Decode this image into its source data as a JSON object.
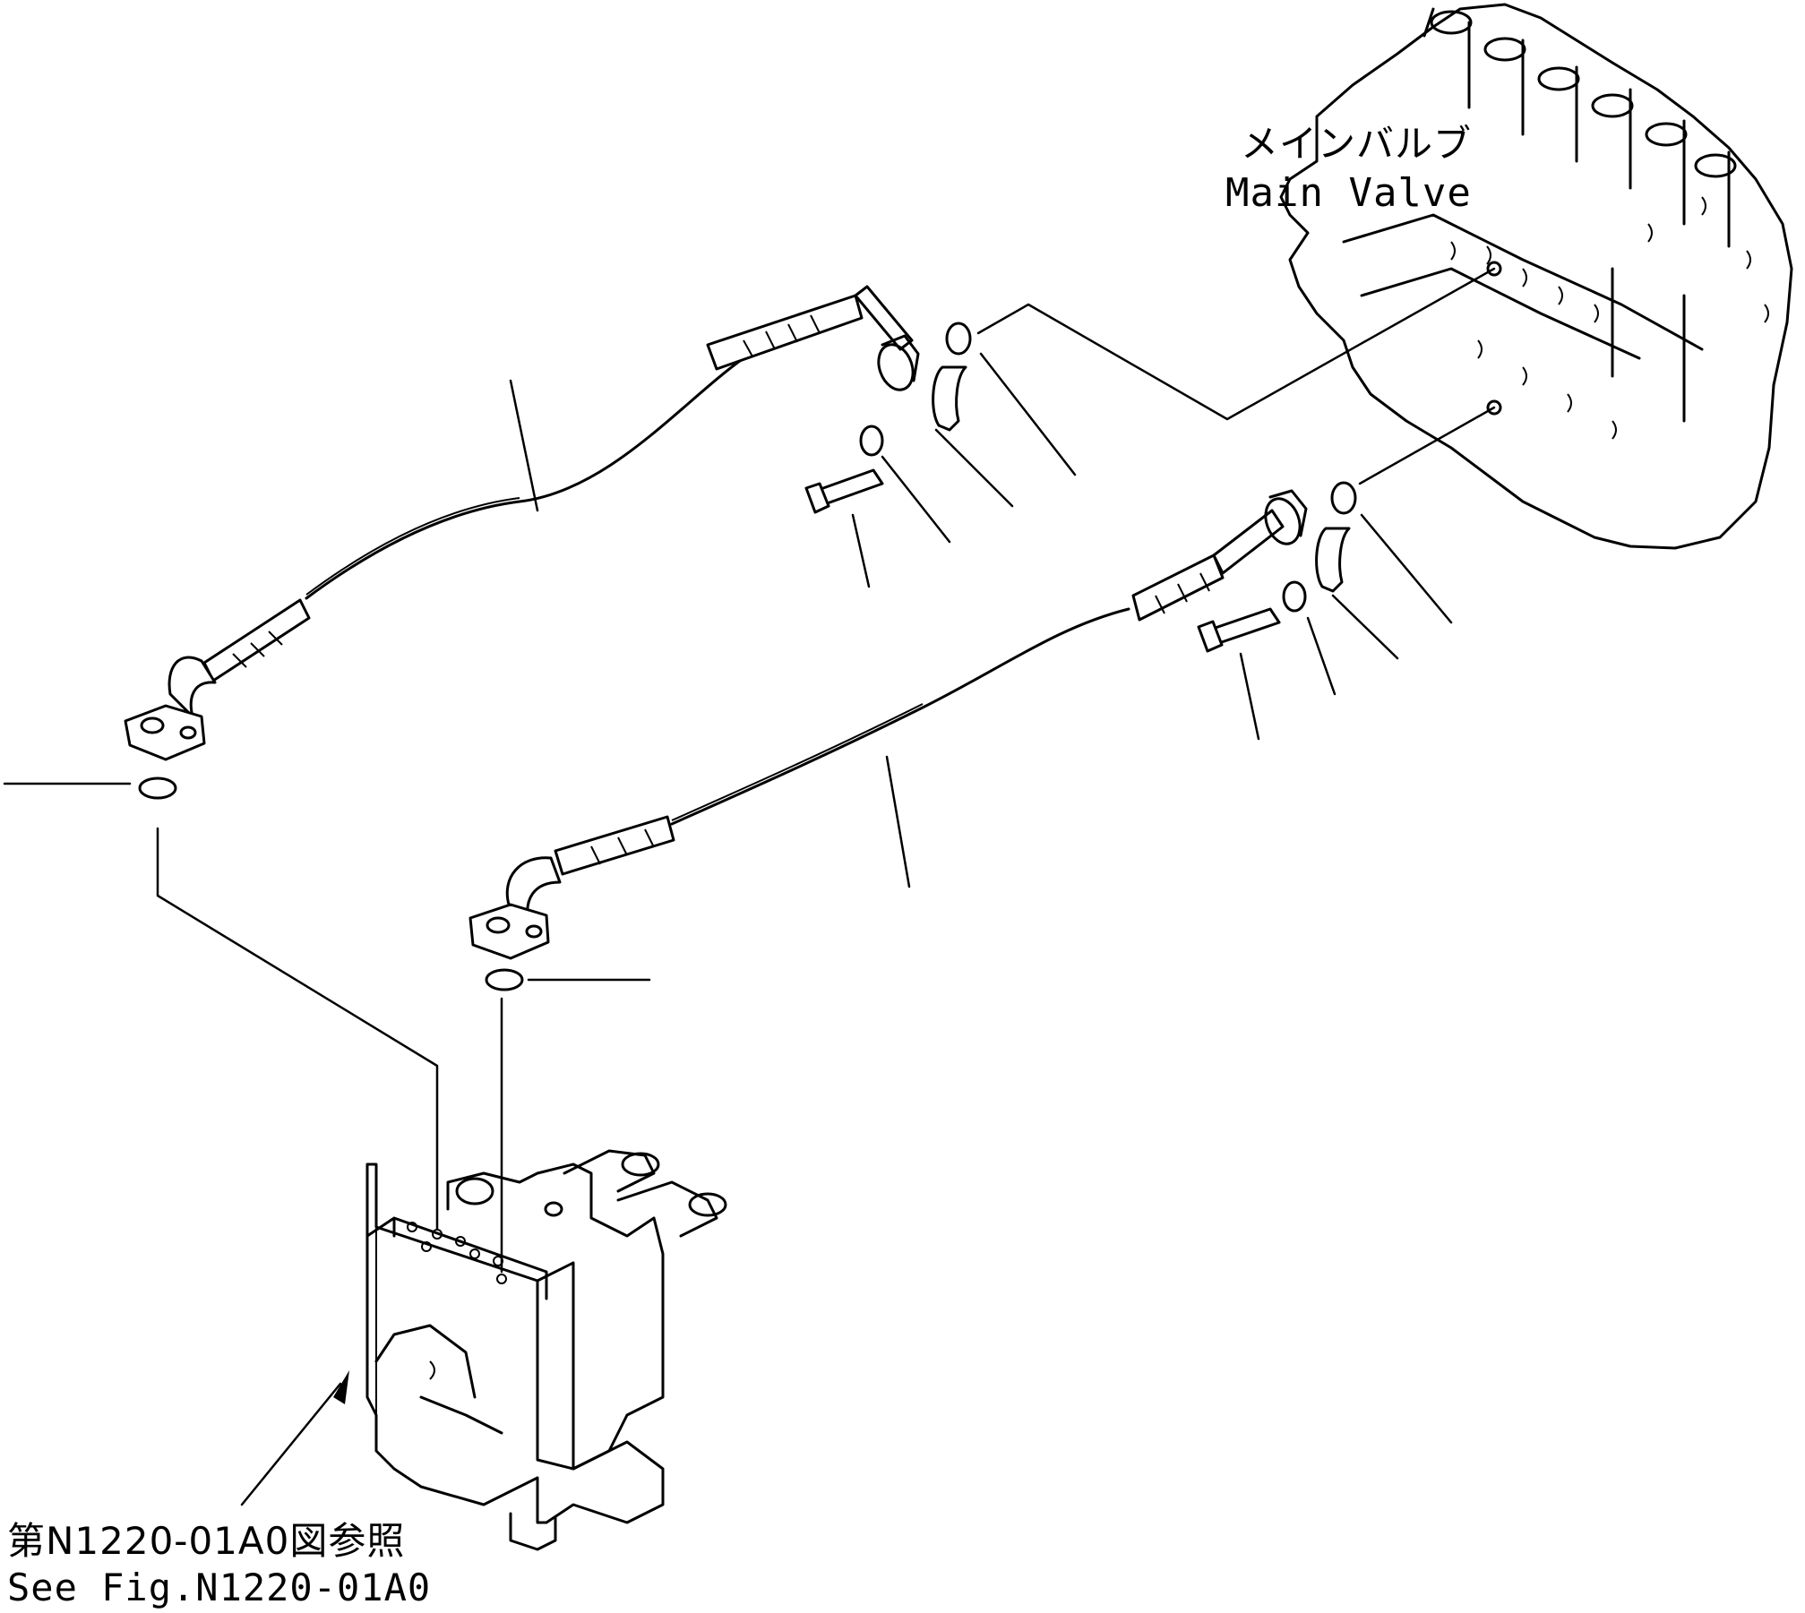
{
  "labels": {
    "main_valve_jp": "メインバルブ",
    "main_valve_en": "Main Valve",
    "see_fig_jp": "第N1220-01A0図参照",
    "see_fig_en": "See Fig.N1220-01A0"
  },
  "colors": {
    "ink": "#000000",
    "paper": "#ffffff"
  }
}
